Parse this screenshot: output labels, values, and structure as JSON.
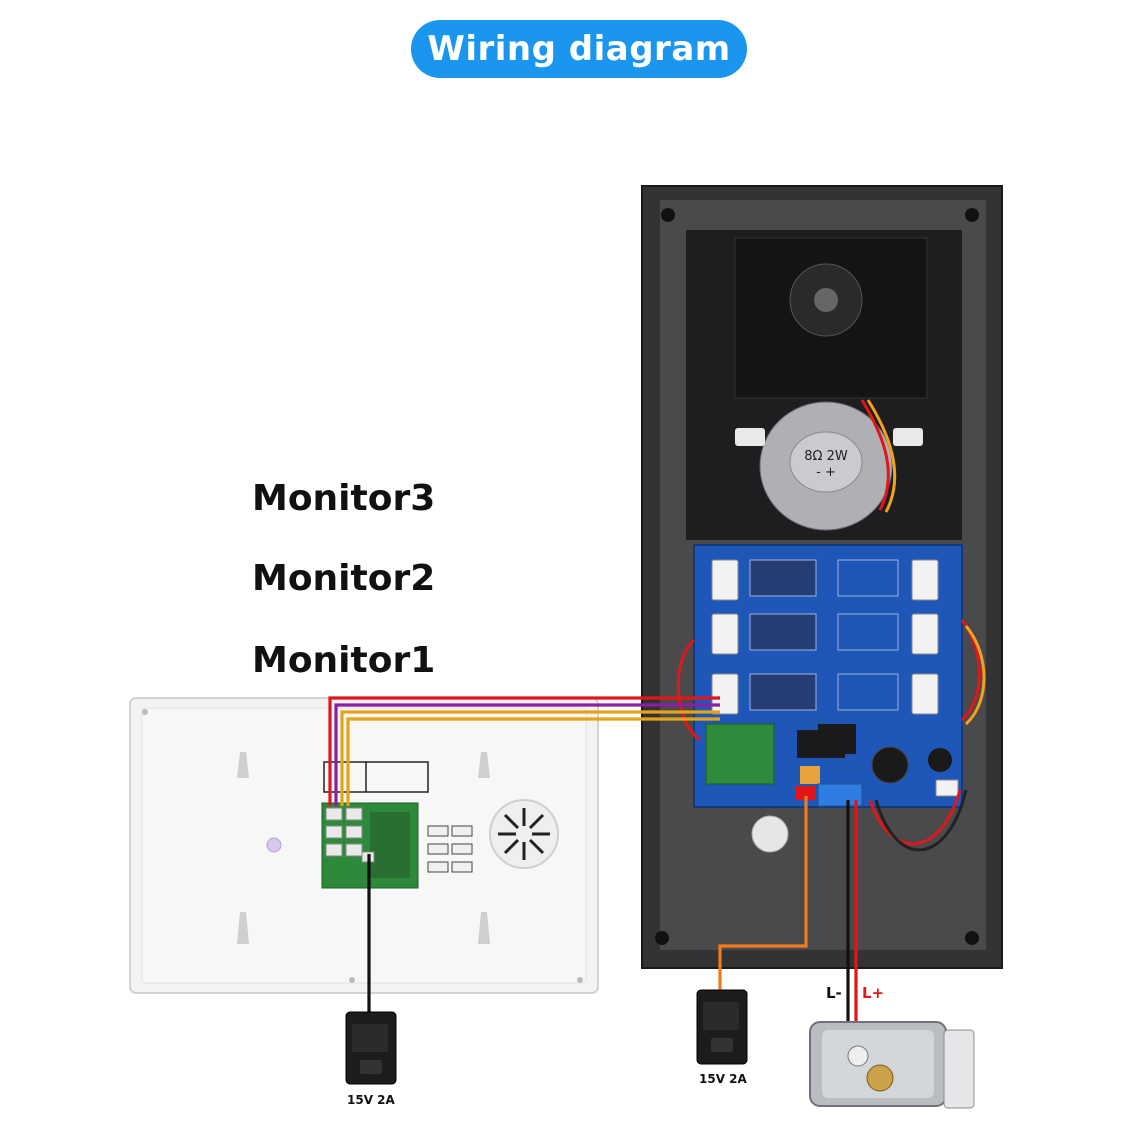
{
  "title": "Wiring diagram",
  "monitor_labels": [
    "Monitor3",
    "Monitor2",
    "Monitor1"
  ],
  "power_supply": {
    "monitor_label": "15V 2A",
    "door_unit_label": "15V 2A"
  },
  "lock": {
    "negative_label": "L-",
    "positive_label": "L+"
  },
  "speaker_label": "8Ω 2W",
  "speaker_polarity": "- +",
  "colors": {
    "title_bg": "#1a96ee",
    "wire_red": "#e0161b",
    "wire_purple": "#8a1fa0",
    "wire_yellow": "#e5a418",
    "wire_orange": "#f07a1c",
    "wire_black": "#111111",
    "pcb_blue": "#1f57b8"
  },
  "icons": [
    "power-adapter-icon",
    "door-lock-icon",
    "speaker-icon"
  ]
}
